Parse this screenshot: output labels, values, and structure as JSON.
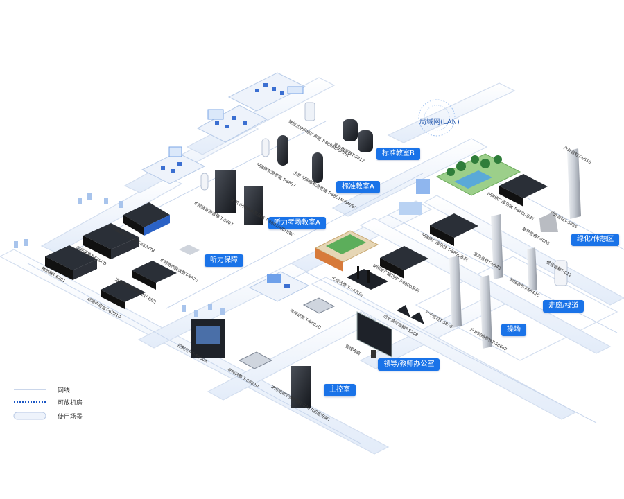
{
  "zones": [
    {
      "key": "std_b",
      "label": "标准教室B"
    },
    {
      "key": "std_a",
      "label": "标准教室A"
    },
    {
      "key": "exam",
      "label": "听力考场教室A"
    },
    {
      "key": "hearing",
      "label": "听力保障"
    },
    {
      "key": "green",
      "label": "绿化/休憩区"
    },
    {
      "key": "corridor",
      "label": "走廊/栈道"
    },
    {
      "key": "playground",
      "label": "操场"
    },
    {
      "key": "office",
      "label": "领导/教师办公室"
    },
    {
      "key": "control",
      "label": "主控室"
    }
  ],
  "lan_label": "局域网(LAN)",
  "legend": [
    {
      "label": "网线",
      "style": "line",
      "color": "#c7d7ee"
    },
    {
      "label": "可放机房",
      "style": "dotted",
      "color": "#1a56c4"
    },
    {
      "label": "使用场景",
      "style": "capsule",
      "color": "#d6e3f5"
    }
  ],
  "devices": [
    {
      "key": "d1",
      "label": "室外扬声器T-S812"
    },
    {
      "key": "d2",
      "label": "壁挂式IP网络扩声器 T-8808B/BM/BC"
    },
    {
      "key": "d3",
      "label": "主机 IP网络有源音箱 T-8807M/BM/BC"
    },
    {
      "key": "d4",
      "label": "IP网络有源音箱 T-8807"
    },
    {
      "key": "d5",
      "label": "主机 IP网络有源音箱 T-8807M/BM/BC"
    },
    {
      "key": "d6",
      "label": "IP网络有源音箱 T-8807"
    },
    {
      "key": "d7",
      "label": "听力遥控地址主机T-8824TB"
    },
    {
      "key": "d8",
      "label": "IP网络线路话筒T-8870"
    },
    {
      "key": "d9",
      "label": "网络采集T-6200D"
    },
    {
      "key": "d10",
      "label": "远端中控盒T-6221(主控)"
    },
    {
      "key": "d11",
      "label": "播放器T-6201"
    },
    {
      "key": "d12",
      "label": "远端中控盒T-6221D"
    },
    {
      "key": "d13",
      "label": "IP网络广播功放 T-8800系列"
    },
    {
      "key": "d14",
      "label": "IP网络广播功放 T-8800系列"
    },
    {
      "key": "d15",
      "label": "IP网络广播功放 T-8800系列"
    },
    {
      "key": "d16",
      "label": "无线话筒 T-542UH"
    },
    {
      "key": "d17",
      "label": "寻呼话筒 T-8802U"
    },
    {
      "key": "d18",
      "label": "防水草坪音箱T-S268"
    },
    {
      "key": "d19",
      "label": "管理电脑"
    },
    {
      "key": "d20",
      "label": "控制主机T-8800X"
    },
    {
      "key": "d21",
      "label": "寻呼话筒 T-8802U"
    },
    {
      "key": "d22",
      "label": "IP网络数字播放器T-8807(机柜安装)"
    },
    {
      "key": "d23",
      "label": "户外音柱T-S856"
    },
    {
      "key": "d24",
      "label": "室外音柱T-S843"
    },
    {
      "key": "d25",
      "label": "户外音柱T-S856"
    },
    {
      "key": "d26",
      "label": "草坪音箱T-8808"
    },
    {
      "key": "d27",
      "label": "网络音柱T-S842C"
    },
    {
      "key": "d28",
      "label": "壁挂音箱T-612"
    },
    {
      "key": "d29",
      "label": "户外音柱T-S856"
    },
    {
      "key": "d30",
      "label": "户外网络音柱T-S864P"
    }
  ]
}
